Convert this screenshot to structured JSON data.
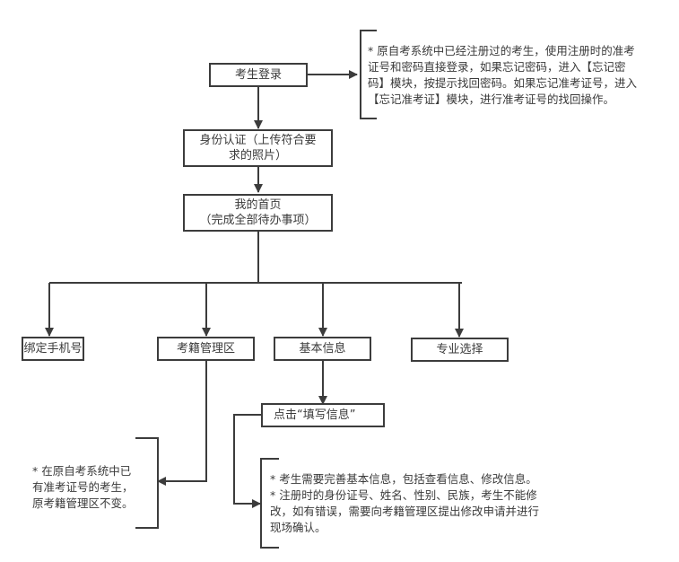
{
  "flowchart": {
    "colors": {
      "line": "#3c3c3c",
      "text": "#3a3a3a",
      "background": "#ffffff"
    },
    "nodes": {
      "login": "考生登录",
      "identity_line1": "身份认证（上传符合要",
      "identity_line2": "求的照片）",
      "home_line1": "我的首页",
      "home_line2": "（完成全部待办事项）",
      "bind_phone": "绑定手机号",
      "registry_area": "考籍管理区",
      "basic_info": "基本信息",
      "major_select": "专业选择",
      "click_fill": "点击“填写信息”"
    },
    "notes": {
      "login_note": [
        "* 原自考系统中已经注册过的考生，使用注册时的准考",
        "证号和密码直接登录，如果忘记密码，进入【忘记密",
        "码】模块，按提示找回密码。如果忘记准考证号，进入",
        "【忘记准考证】模块，进行准考证号的找回操作。"
      ],
      "registry_note": [
        "* 在原自考系统中已",
        "有准考证号的考生，",
        "原考籍管理区不变。"
      ],
      "info_note": [
        "* 考生需要完善基本信息，包括查看信息、修改信息。",
        "* 注册时的身份证号、姓名、性别、民族，考生不能修",
        "改，如有错误，需要向考籍管理区提出修改申请并进行",
        "现场确认。"
      ]
    }
  }
}
